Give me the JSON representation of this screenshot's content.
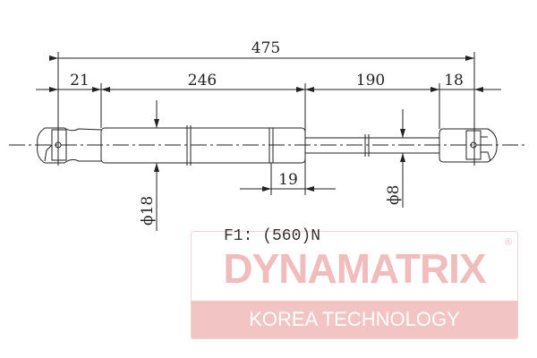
{
  "dimensions": {
    "overall_length": "475",
    "left_end": "21",
    "cylinder_length": "246",
    "stroke": "190",
    "right_end": "18",
    "cap_length": "19",
    "cylinder_diameter": "ϕ18",
    "rod_diameter": "ϕ8"
  },
  "force_label": "F1: (560)N",
  "logo": {
    "brand": "DYNAMATRIX",
    "tagline": "KOREA TECHNOLOGY",
    "registered": "®",
    "color": "#f2c4c4"
  }
}
